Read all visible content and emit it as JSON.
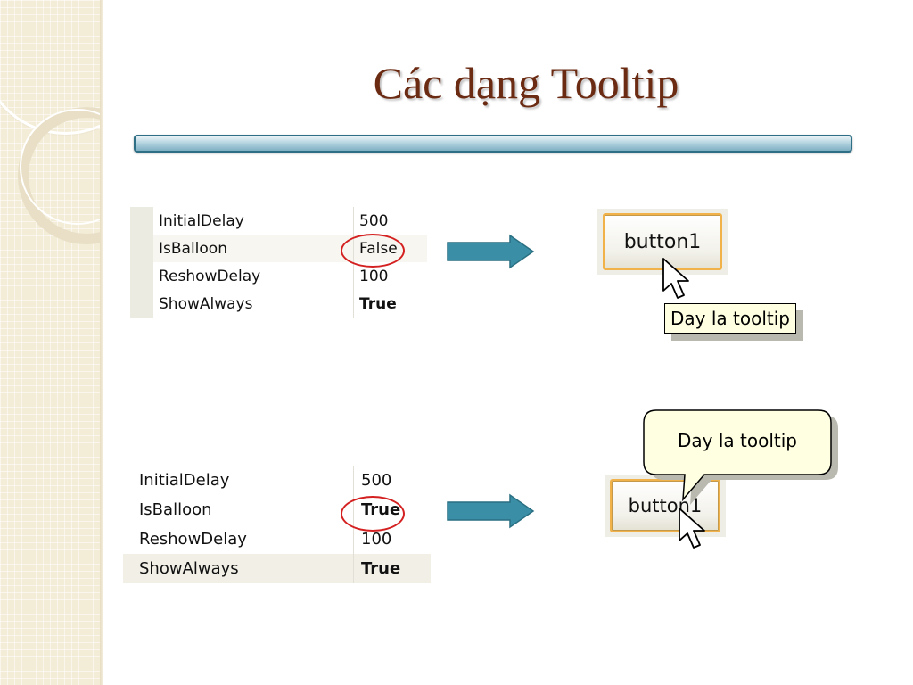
{
  "slide": {
    "title": "Các dạng Tooltip"
  },
  "grid1": {
    "rows": [
      {
        "name": "InitialDelay",
        "value": "500"
      },
      {
        "name": "IsBalloon",
        "value": "False"
      },
      {
        "name": "ReshowDelay",
        "value": "100"
      },
      {
        "name": "ShowAlways",
        "value": "True"
      }
    ]
  },
  "grid2": {
    "rows": [
      {
        "name": "InitialDelay",
        "value": "500"
      },
      {
        "name": "IsBalloon",
        "value": "True"
      },
      {
        "name": "ReshowDelay",
        "value": "100"
      },
      {
        "name": "ShowAlways",
        "value": "True"
      }
    ]
  },
  "example1": {
    "button_label": "button1",
    "tooltip_text": "Day la tooltip"
  },
  "example2": {
    "button_label": "button1",
    "tooltip_text": "Day la tooltip"
  },
  "colors": {
    "title": "#6b2a12",
    "arrow": "#3a8fa6",
    "highlight_circle": "#d42020",
    "button_border": "#f1b24a",
    "tooltip_bg": "#ffffe1"
  }
}
